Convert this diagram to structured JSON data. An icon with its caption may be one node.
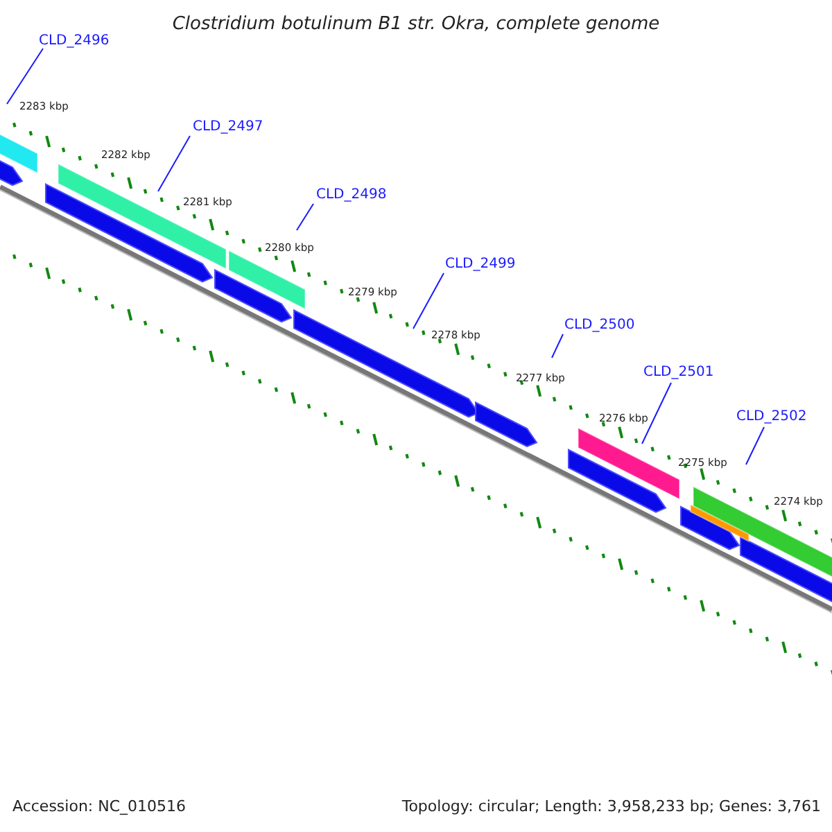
{
  "diagram": {
    "title": "Clostridium botulinum B1 str. Okra, complete genome",
    "nodes": [
      {
        "text": [
          "CLD_2496"
        ]
      },
      {
        "text": [
          "CLD_2497"
        ]
      },
      {
        "text": [
          "CLD_2498"
        ]
      },
      {
        "text": [
          "CLD_2499"
        ]
      },
      {
        "text": [
          "CLD_2500"
        ]
      },
      {
        "text": [
          "CLD_2501"
        ]
      },
      {
        "text": [
          "CLD_2502"
        ]
      }
    ],
    "edges": [
      {
        "from": 0,
        "to": null,
        "arrow": "none"
      },
      {
        "from": 1,
        "to": null,
        "arrow": "none"
      },
      {
        "from": 2,
        "to": null,
        "arrow": "none"
      },
      {
        "from": 3,
        "to": null,
        "arrow": "none"
      },
      {
        "from": 4,
        "to": null,
        "arrow": "none"
      },
      {
        "from": 5,
        "to": null,
        "arrow": "none"
      },
      {
        "from": 6,
        "to": null,
        "arrow": "none"
      }
    ],
    "labels": [
      "2283 kbp",
      "2282 kbp",
      "2281 kbp",
      "2280 kbp",
      "2279 kbp",
      "2278 kbp",
      "2277 kbp",
      "2276 kbp",
      "2275 kbp",
      "2274 kbp",
      "Accession: NC_010516",
      "Topology: circular; Length: 3,958,233 bp; Genes: 3,761"
    ]
  }
}
